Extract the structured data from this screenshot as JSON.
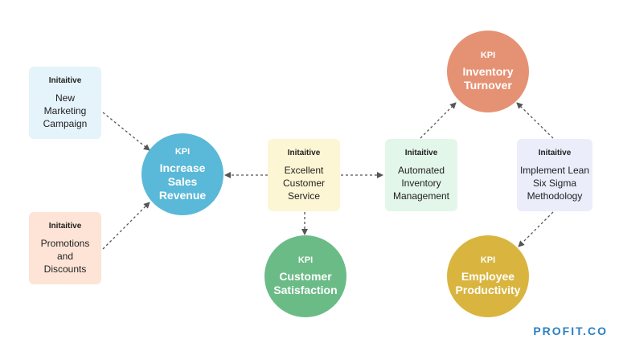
{
  "brand": {
    "logo_text": "PROFIT.CO"
  },
  "colors": {
    "arrow": "#555555",
    "kpi_sales": "#5ab8d8",
    "kpi_customer": "#6bbb87",
    "kpi_inventory": "#e59274",
    "kpi_employee": "#d9b53f",
    "init_blue": "#e5f3fb",
    "init_orange": "#fde4d6",
    "init_yellow": "#fdf6d4",
    "init_green": "#e3f6ea",
    "init_lavender": "#ebedfb"
  },
  "initiatives": [
    {
      "id": "new-marketing-campaign",
      "tag": "Initaitive",
      "text": "New Marketing Campaign"
    },
    {
      "id": "promotions-and-discounts",
      "tag": "Initaitive",
      "text": "Promotions and Discounts"
    },
    {
      "id": "excellent-customer-service",
      "tag": "Initaitive",
      "text": "Excellent Customer Service"
    },
    {
      "id": "automated-inventory-management",
      "tag": "Initaitive",
      "text": "Automated Inventory Management"
    },
    {
      "id": "implement-lean-six-sigma",
      "tag": "Initaitive",
      "text": "Implement Lean Six Sigma Methodology"
    }
  ],
  "kpis": [
    {
      "id": "increase-sales-revenue",
      "tag": "KPI",
      "text": "Increase Sales Revenue"
    },
    {
      "id": "customer-satisfaction",
      "tag": "KPI",
      "text": "Customer Satisfaction"
    },
    {
      "id": "inventory-turnover",
      "tag": "KPI",
      "text": "Inventory Turnover"
    },
    {
      "id": "employee-productivity",
      "tag": "KPI",
      "text": "Employee Productivity"
    }
  ]
}
